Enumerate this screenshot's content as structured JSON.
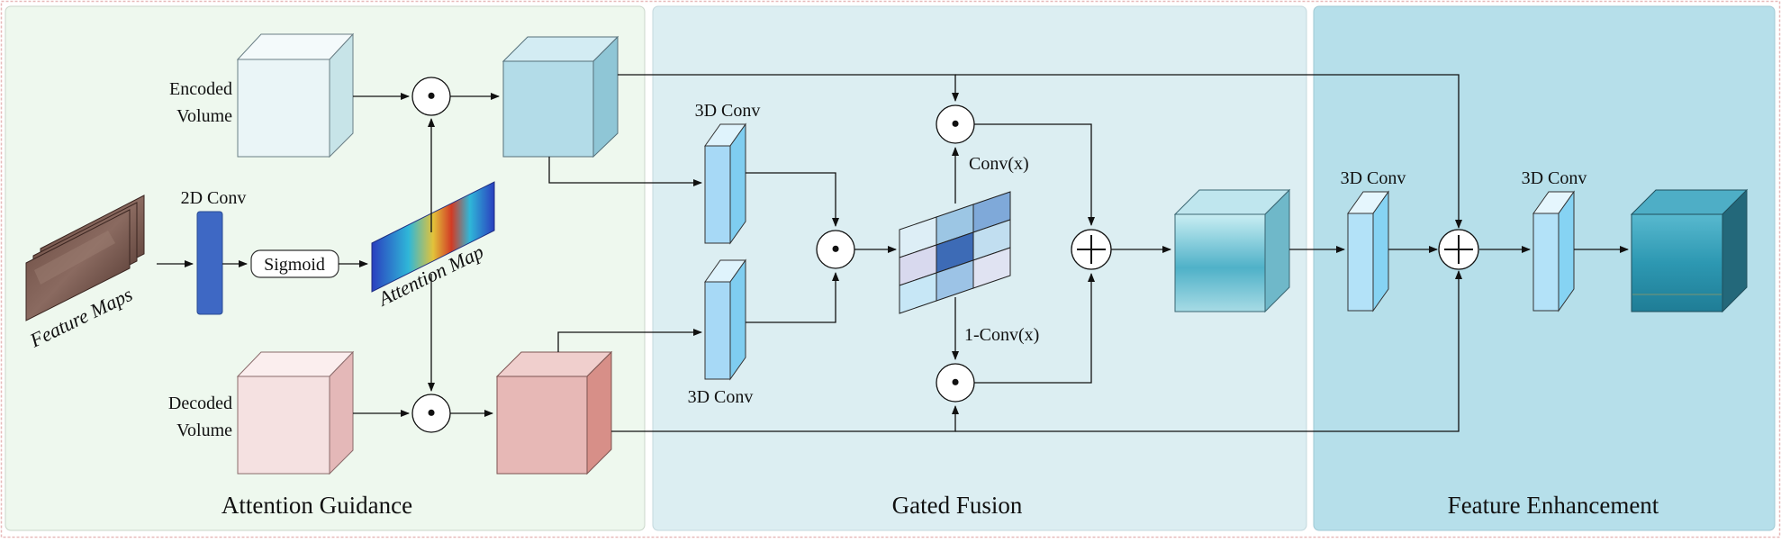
{
  "sections": {
    "attention_title": "Attention Guidance",
    "fusion_title": "Gated Fusion",
    "enhance_title": "Feature Enhancement"
  },
  "labels": {
    "encoded_line1": "Encoded",
    "encoded_line2": "Volume",
    "decoded_line1": "Decoded",
    "decoded_line2": "Volume",
    "conv2d": "2D Conv",
    "sigmoid": "Sigmoid",
    "feature_maps": "Feature Maps",
    "attention_map": "Attention Map",
    "conv3d_top": "3D Conv",
    "conv3d_bottom": "3D Conv",
    "conv_x": "Conv(x)",
    "one_minus_conv_x": "1-Conv(x)",
    "conv3d_enh1": "3D Conv",
    "conv3d_enh2": "3D Conv"
  },
  "operators": {
    "multiply": "•",
    "add": "+"
  },
  "colors": {
    "attention_bg": "#eef8ee",
    "fusion_bg": "#dceef2",
    "enhance_bg": "#b6dfea",
    "encoded_cube": "#eaf5f7",
    "encoded_out_cube": "#b3dce8",
    "decoded_cube": "#f5e1e1",
    "decoded_out_cube": "#e7b8b6",
    "conv2d_block": "#3e68c4",
    "conv3d_block": "#a7d9f6",
    "fused_cube": "#4fb1c8",
    "final_cube": "#2f98b3"
  }
}
